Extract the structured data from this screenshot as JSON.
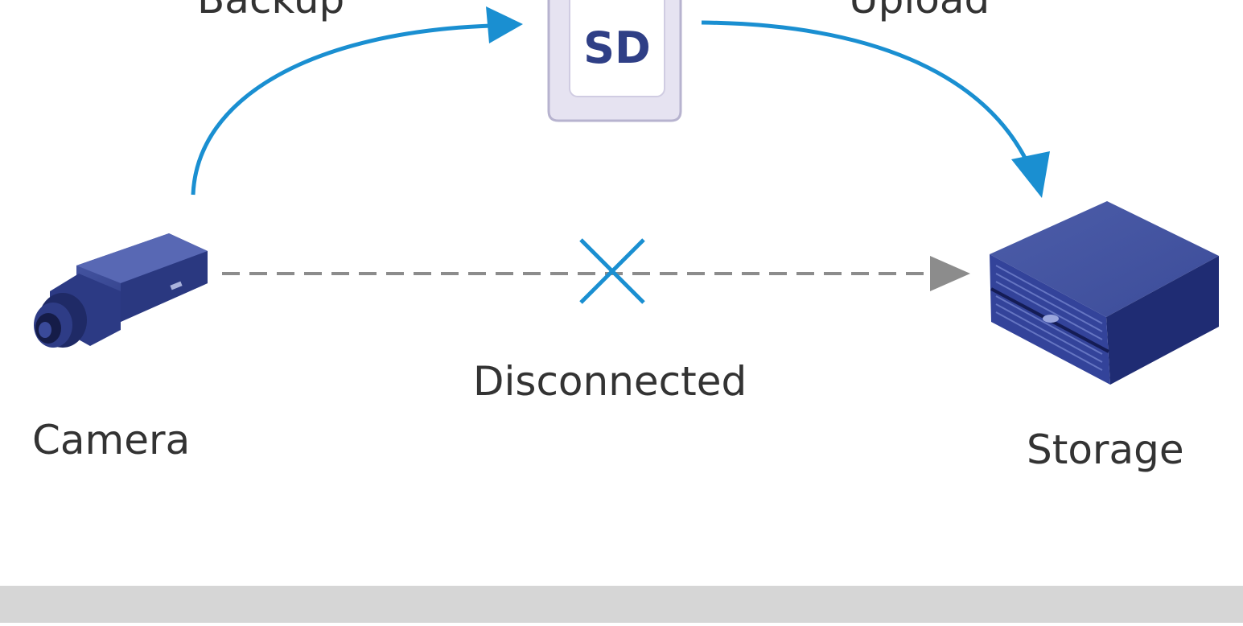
{
  "labels": {
    "backup": "Backup",
    "upload": "Upload",
    "disconnected": "Disconnected",
    "camera": "Camera",
    "storage": "Storage",
    "sd_card": "SD"
  },
  "icons": {
    "camera": "camera-icon",
    "sd_card": "sd-card-icon",
    "storage": "storage-server-icon",
    "disconnect": "x-mark-icon"
  },
  "colors": {
    "arrow_blue": "#1a8fd1",
    "dashed_gray": "#8c8c8c",
    "device_navy": "#2f3f86",
    "sd_card_fill": "#e6e3f1",
    "label_text": "#333333",
    "footer_bar": "#d6d6d6"
  }
}
